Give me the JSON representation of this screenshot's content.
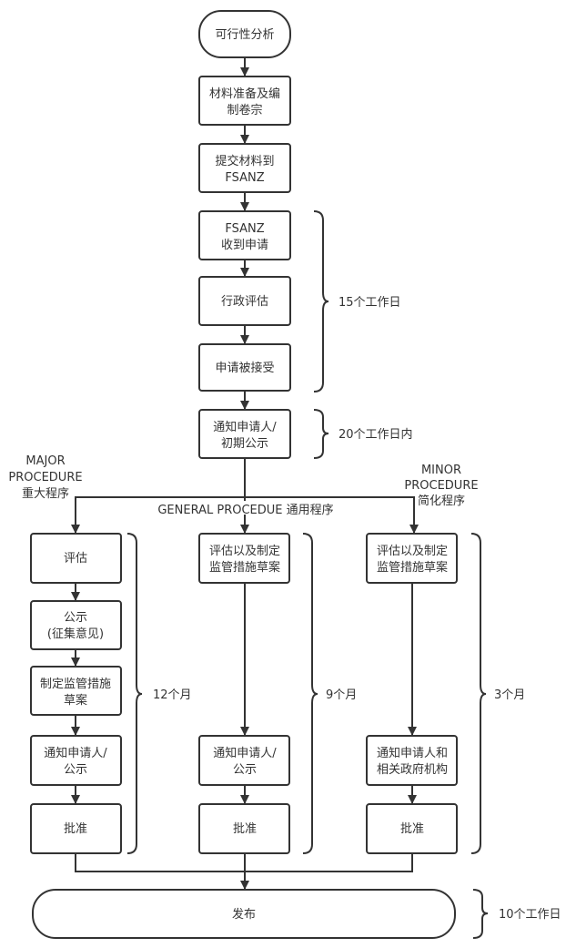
{
  "main_flow": [
    {
      "lines": [
        "可行性分析"
      ]
    },
    {
      "lines": [
        "材料准备及编",
        "制卷宗"
      ]
    },
    {
      "lines": [
        "提交材料到",
        "FSANZ"
      ]
    },
    {
      "lines": [
        "FSANZ",
        "收到申请"
      ]
    },
    {
      "lines": [
        "行政评估"
      ]
    },
    {
      "lines": [
        "申请被接受"
      ]
    },
    {
      "lines": [
        "通知申请人/",
        "初期公示"
      ]
    }
  ],
  "durations": {
    "intake": "15个工作日",
    "notice": "20个工作日内",
    "major": "12个月",
    "general": "9个月",
    "minor": "3个月",
    "publish": "10个工作日"
  },
  "procedures": {
    "major": {
      "label": [
        "MAJOR",
        "PROCEDURE",
        "重大程序"
      ],
      "steps": [
        [
          "评估"
        ],
        [
          "公示",
          "(征集意见)"
        ],
        [
          "制定监管措施",
          "草案"
        ],
        [
          "通知申请人/",
          "公示"
        ],
        [
          "批准"
        ]
      ]
    },
    "general": {
      "label": [
        "GENERAL PROCEDUE 通用程序"
      ],
      "steps": [
        [
          "评估以及制定",
          "监管措施草案"
        ],
        [
          "通知申请人/",
          "公示"
        ],
        [
          "批准"
        ]
      ]
    },
    "minor": {
      "label": [
        "MINOR",
        "PROCEDURE",
        "简化程序"
      ],
      "steps": [
        [
          "评估以及制定",
          "监管措施草案"
        ],
        [
          "通知申请人和",
          "相关政府机构"
        ],
        [
          "批准"
        ]
      ]
    }
  },
  "final": {
    "label": "发布"
  }
}
